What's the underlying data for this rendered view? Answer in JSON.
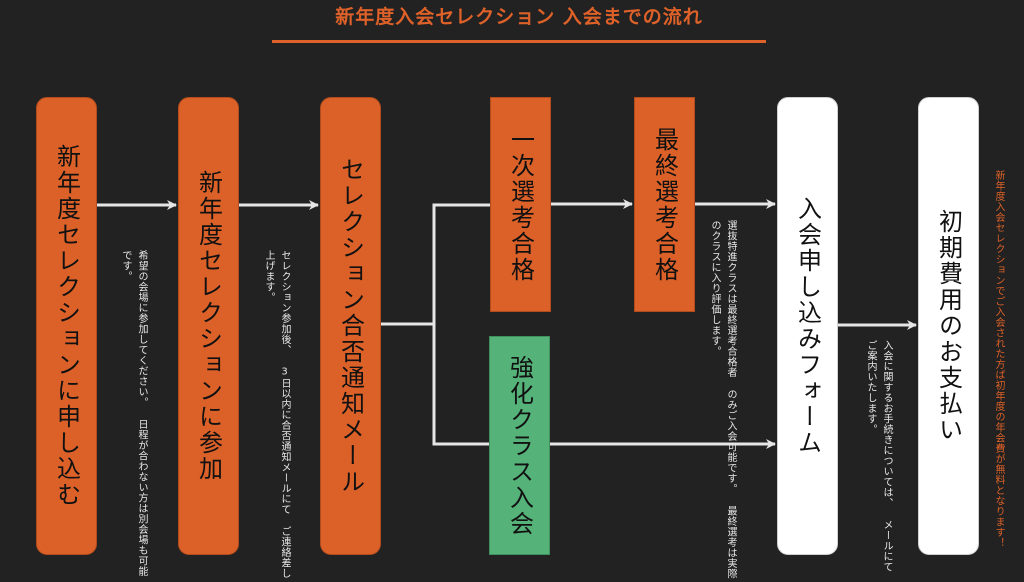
{
  "title": "新年度入会セレクション 入会までの流れ",
  "colors": {
    "accent": "#dc6129",
    "green": "#55b279",
    "white": "#ffffff",
    "background": "#222222",
    "connector": "#e6e6e6"
  },
  "steps": [
    {
      "id": "apply",
      "label": "新年度セレクションに申し込む",
      "color": "orange"
    },
    {
      "id": "attend",
      "label": "新年度セレクションに参加",
      "color": "orange"
    },
    {
      "id": "result-mail",
      "label": "セレクション合否通知メール",
      "color": "orange"
    },
    {
      "id": "first-pass",
      "label": "一次選考合格",
      "color": "orange"
    },
    {
      "id": "reinforce-class",
      "label": "強化クラス入会",
      "color": "green"
    },
    {
      "id": "final-pass",
      "label": "最終選考合格",
      "color": "orange"
    },
    {
      "id": "join-form",
      "label": "入会申し込みフォーム",
      "color": "white"
    },
    {
      "id": "initial-payment",
      "label": "初期費用のお支払い",
      "color": "white"
    }
  ],
  "notes": {
    "apply": [
      "希望の会場に参加してください。",
      "日程が合わない方は別会場も可能です。"
    ],
    "attend": [
      "セレクション参加後、 3日以内に合否通知メールにて",
      "ご連絡差し上げます。"
    ],
    "final": [
      "選抜特進クラスは最終選考合格者",
      "のみご入会可能です。",
      "最終選考は実際のクラスに入り評価します。"
    ],
    "form": [
      "入会に関するお手続きについては、",
      "メールにてご案内いたします。"
    ],
    "payment": [
      "新年度入会セレクションでご入会された方ば初年度の年会費が無料となります！"
    ]
  }
}
